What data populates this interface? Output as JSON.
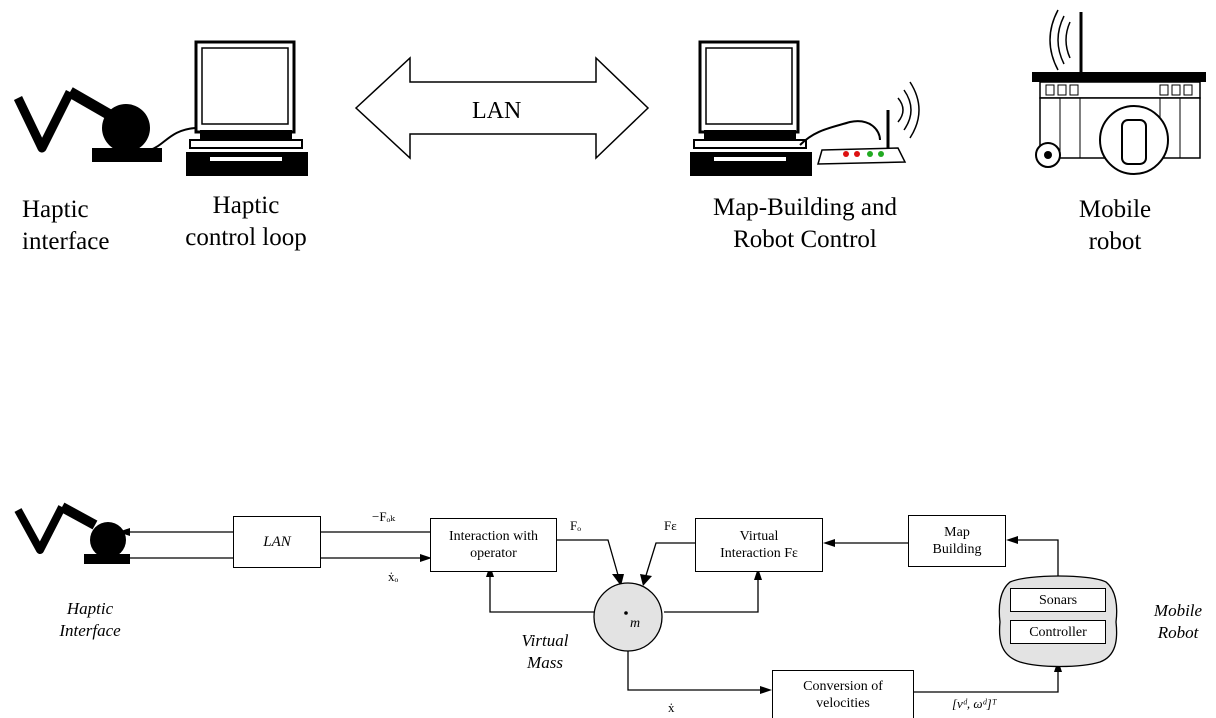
{
  "top": {
    "lan_label": "LAN",
    "haptic_interface_label": [
      "Haptic",
      "interface"
    ],
    "haptic_control_loop_label": [
      "Haptic",
      "control loop"
    ],
    "map_building_label": [
      "Map-Building and",
      "Robot Control"
    ],
    "mobile_robot_label": [
      "Mobile",
      "robot"
    ]
  },
  "bottom": {
    "lan_box": "LAN",
    "interaction_box": [
      "Interaction with",
      "operator"
    ],
    "virtual_interaction_box": [
      "Virtual",
      "Interaction Fε"
    ],
    "map_building_box": [
      "Map",
      "Building"
    ],
    "sonars_box": "Sonars",
    "controller_box": "Controller",
    "conversion_box": [
      "Conversion of",
      "velocities"
    ],
    "haptic_interface_label": [
      "Haptic",
      "Interface"
    ],
    "virtual_mass_label": [
      "Virtual",
      "Mass"
    ],
    "mobile_robot_label": [
      "Mobile",
      "Robot"
    ],
    "mass_symbol": "m",
    "signal_fok": "−Fₒₖ",
    "signal_xo": "ẋₒ",
    "signal_fo": "Fₒ",
    "signal_fe": "Fε",
    "signal_x": "ẋ",
    "signal_vw": "[vᵈ, ωᵈ]ᵀ"
  }
}
